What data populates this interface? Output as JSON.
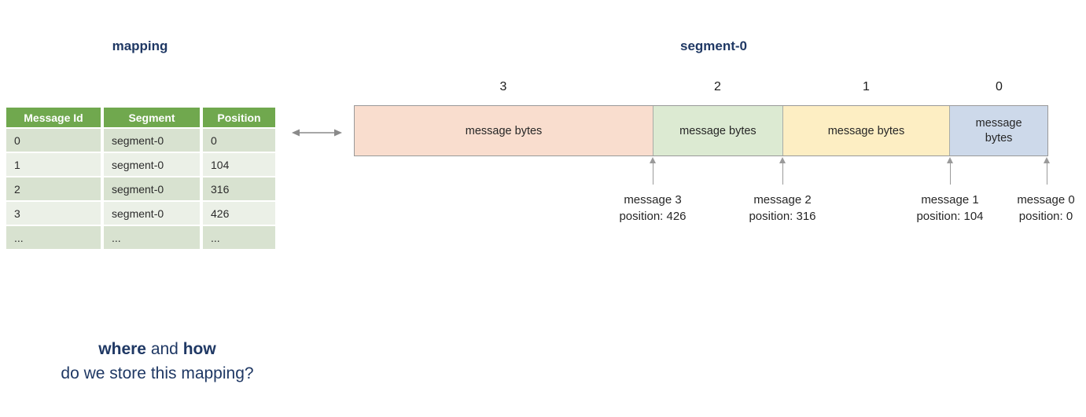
{
  "titles": {
    "mapping": "mapping",
    "segment": "segment-0"
  },
  "table": {
    "headers": [
      "Message Id",
      "Segment",
      "Position"
    ],
    "rows": [
      {
        "message_id": "0",
        "segment": "segment-0",
        "position": "0"
      },
      {
        "message_id": "1",
        "segment": "segment-0",
        "position": "104"
      },
      {
        "message_id": "2",
        "segment": "segment-0",
        "position": "316"
      },
      {
        "message_id": "3",
        "segment": "segment-0",
        "position": "426"
      },
      {
        "message_id": "...",
        "segment": "...",
        "position": "..."
      }
    ]
  },
  "segment": {
    "blocks": [
      {
        "index": "3",
        "label": "message bytes",
        "color": "#f9ddce"
      },
      {
        "index": "2",
        "label": "message bytes",
        "color": "#dcead2"
      },
      {
        "index": "1",
        "label": "message bytes",
        "color": "#fdeec3"
      },
      {
        "index": "0",
        "label": "message bytes",
        "color": "#cdd9ea"
      }
    ],
    "markers": [
      {
        "message": "message 3",
        "position": "position: 426"
      },
      {
        "message": "message 2",
        "position": "position: 316"
      },
      {
        "message": "message 1",
        "position": "position: 104"
      },
      {
        "message": "message 0",
        "position": "position: 0"
      }
    ]
  },
  "question": {
    "bold1": "where",
    "mid": " and ",
    "bold2": "how",
    "line2": "do we store this mapping?"
  },
  "colors": {
    "title_navy": "#1f3864",
    "table_header_green": "#70a84e",
    "row_green_dark": "#d8e2d0",
    "row_green_light": "#ebf0e7",
    "block_salmon": "#f9ddce",
    "block_green": "#dcead2",
    "block_yellow": "#fdeec3",
    "block_blue": "#cdd9ea",
    "arrow_gray": "#8a8a8a"
  }
}
